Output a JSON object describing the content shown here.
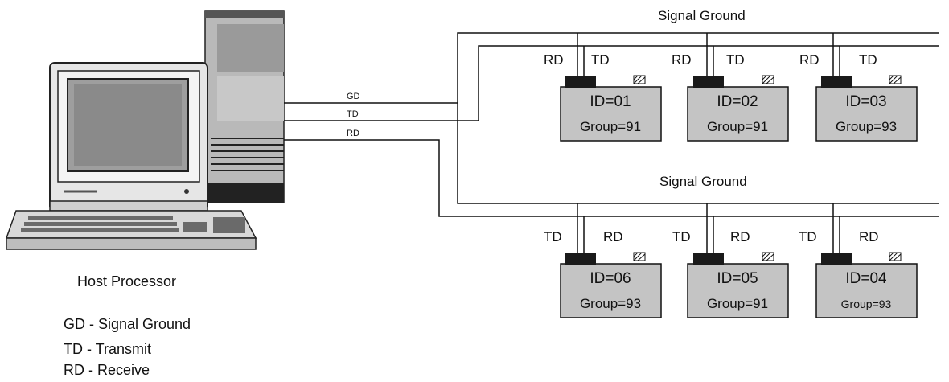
{
  "top_bus_label": "Signal Ground",
  "bottom_bus_label": "Signal Ground",
  "host_label": "Host Processor",
  "host_lines": {
    "gd": "GD",
    "td": "TD",
    "rd": "RD"
  },
  "legend": [
    "GD - Signal Ground",
    "TD - Transmit",
    "RD - Receive"
  ],
  "top_units": [
    {
      "id": "ID=01",
      "group": "Group=91",
      "left_label": "RD",
      "right_label": "TD"
    },
    {
      "id": "ID=02",
      "group": "Group=91",
      "left_label": "RD",
      "right_label": "TD"
    },
    {
      "id": "ID=03",
      "group": "Group=93",
      "left_label": "RD",
      "right_label": "TD"
    }
  ],
  "bottom_units": [
    {
      "id": "ID=06",
      "group": "Group=93",
      "left_label": "TD",
      "right_label": "RD"
    },
    {
      "id": "ID=05",
      "group": "Group=91",
      "left_label": "TD",
      "right_label": "RD"
    },
    {
      "id": "ID=04",
      "group": "Group=93",
      "left_label": "TD",
      "right_label": "RD"
    }
  ]
}
